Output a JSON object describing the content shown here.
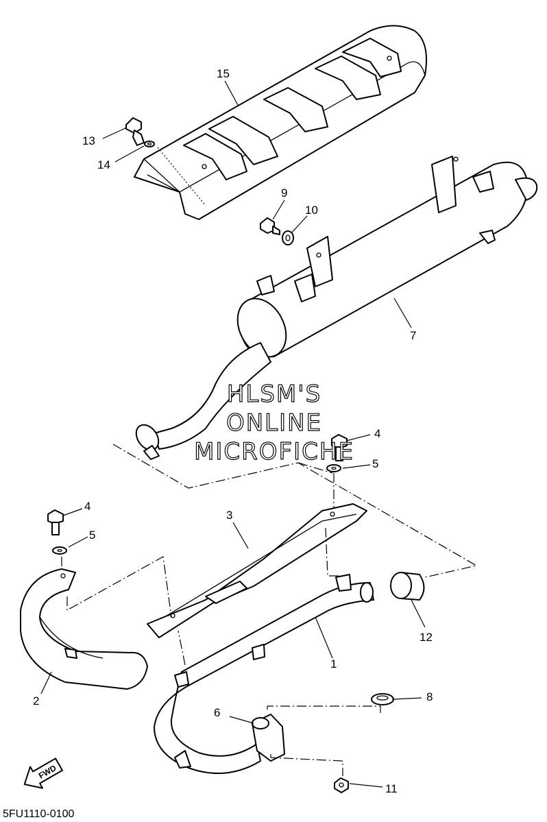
{
  "diagram": {
    "drawing_code": "5FU1110-0100",
    "watermark_lines": [
      "HLSM'S",
      "ONLINE",
      "MICROFICHE"
    ],
    "fwd_label": "FWD",
    "callouts": [
      "1",
      "2",
      "3",
      "4",
      "4",
      "5",
      "5",
      "6",
      "7",
      "8",
      "9",
      "10",
      "11",
      "12",
      "13",
      "14",
      "15"
    ]
  }
}
